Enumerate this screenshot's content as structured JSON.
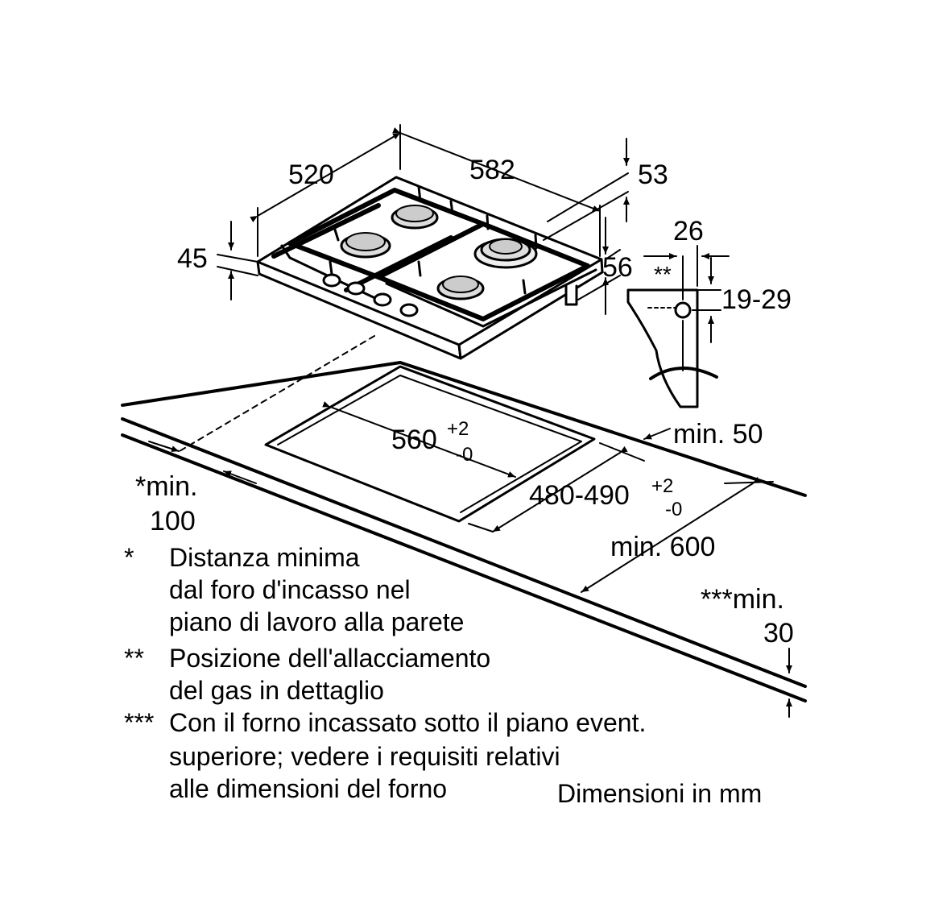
{
  "dimensions": {
    "width_top": "520",
    "depth_top": "582",
    "height_53": "53",
    "height_45": "45",
    "dist_56": "56",
    "dim_26": "26",
    "range_19_29": "19-29",
    "gas_marker": "**",
    "cutout_w_main": "560",
    "cutout_w_sup": "+2",
    "cutout_w_sub": "-0",
    "cutout_d_main": "480-490",
    "cutout_d_sup": "+2",
    "cutout_d_sub": "-0",
    "min_50": "min. 50",
    "min_100_line1": "*min.",
    "min_100_line2": "100",
    "min_600": "min. 600",
    "min_30_line1": "***min.",
    "min_30_line2": "30"
  },
  "notes": [
    {
      "marker": "*",
      "lines": [
        "Distanza minima",
        "dal foro d'incasso nel",
        "piano di lavoro alla parete"
      ]
    },
    {
      "marker": "**",
      "lines": [
        "Posizione dell'allacciamento",
        "del gas in dettaglio"
      ]
    },
    {
      "marker": "***",
      "lines": [
        "Con il forno incassato sotto il piano event.",
        "superiore; vedere i requisiti relativi",
        "alle dimensioni del forno"
      ]
    }
  ],
  "units_label": "Dimensioni in mm"
}
